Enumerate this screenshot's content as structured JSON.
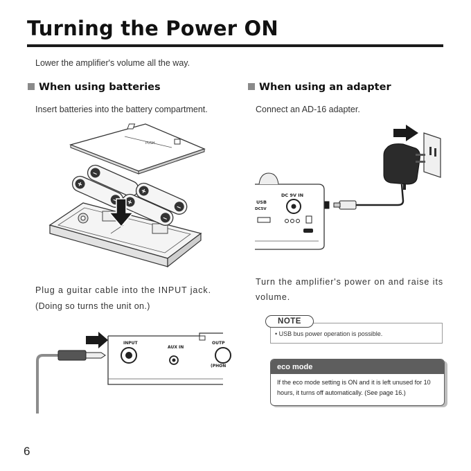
{
  "page": {
    "title": "Turning the Power ON",
    "intro": "Lower the amplifier's volume all the way.",
    "page_number": "6"
  },
  "batteries": {
    "heading": "When using batteries",
    "text": "Insert batteries into the battery compartment.",
    "diagram": {
      "cover_marking": "PUSH",
      "polarity_plus": "+",
      "polarity_minus": "–"
    }
  },
  "adapter": {
    "heading": "When using an adapter",
    "text": "Connect an AD-16 adapter.",
    "diagram": {
      "jack_label": "DC 9V IN",
      "usb_label": "USB",
      "usb_voltage": "DC5V"
    }
  },
  "input": {
    "text_line1": "Plug a guitar cable into the INPUT jack.",
    "text_line2": "(Doing so turns the unit on.)",
    "diagram": {
      "input_label": "INPUT",
      "aux_label": "AUX IN",
      "output_label": "OUTP",
      "phones_label": "(PHON"
    }
  },
  "power": {
    "text": "Turn the amplifier's power on and raise its volume."
  },
  "note": {
    "tag": "NOTE",
    "text": "• USB bus power operation is possible."
  },
  "eco": {
    "title": "eco mode",
    "text": "If the eco mode setting is ON and it is left unused for 10 hours, it turns off automatically. (See page 16.)"
  }
}
